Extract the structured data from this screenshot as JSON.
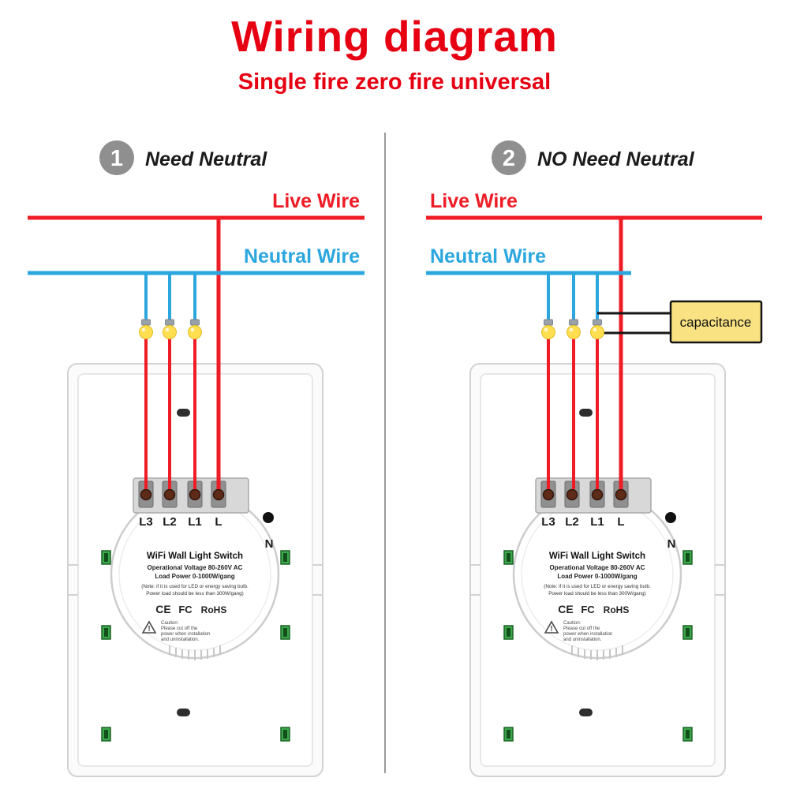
{
  "header": {
    "title": "Wiring diagram",
    "subtitle": "Single fire zero fire universal"
  },
  "panels": {
    "left": {
      "badge": "1",
      "heading": "Need Neutral",
      "live_label": "Live Wire",
      "neutral_label": "Neutral Wire"
    },
    "right": {
      "badge": "2",
      "heading": "NO Need Neutral",
      "live_label": "Live Wire",
      "neutral_label": "Neutral Wire",
      "capacitor_label": "capacitance"
    }
  },
  "device": {
    "terminals": [
      "L3",
      "L2",
      "L1",
      "L"
    ],
    "neutral_terminal": "N",
    "name": "WiFi Wall Light Switch",
    "spec_voltage": "Operational Voltage  80-260V AC",
    "spec_power": "Load Power 0-1000W/gang",
    "note_line1": "(Note:  if it is used for LED or energy saving bulb.",
    "note_line2": "Power load should be less than 300W/gang)",
    "cert_ce": "CE",
    "cert_fc": "FC",
    "cert_rohs": "RoHS",
    "warning_mark": "!",
    "caution_title": "Caution:",
    "caution_line1": "Please cut off the",
    "caution_line2": "power when installation",
    "caution_line3": "and uninstallation."
  },
  "colors": {
    "title_red": "#e60012",
    "wire_live": "#ee1c25",
    "wire_neutral": "#2ba7de",
    "badge_gray": "#8f8f8f",
    "capacitor_yellow": "#f8e282",
    "bulb_yellow": "#ffdf4f"
  }
}
